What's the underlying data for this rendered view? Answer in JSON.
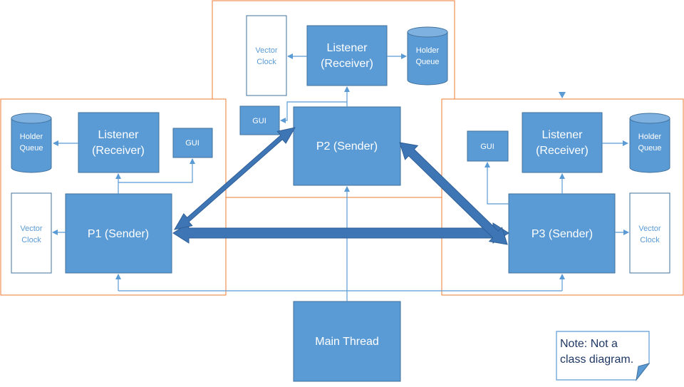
{
  "p2": {
    "vector_clock": [
      "Vector",
      "Clock"
    ],
    "listener": [
      "Listener",
      "(Receiver)"
    ],
    "holder_queue": [
      "Holder",
      "Queue"
    ],
    "gui": "GUI",
    "sender": "P2 (Sender)"
  },
  "p1": {
    "holder_queue": [
      "Holder",
      "Queue"
    ],
    "listener": [
      "Listener",
      "(Receiver)"
    ],
    "gui": "GUI",
    "vector_clock": [
      "Vector",
      "Clock"
    ],
    "sender": "P1 (Sender)"
  },
  "p3": {
    "gui": "GUI",
    "listener": [
      "Listener",
      "(Receiver)"
    ],
    "holder_queue": [
      "Holder",
      "Queue"
    ],
    "sender": "P3 (Sender)",
    "vector_clock": [
      "Vector",
      "Clock"
    ]
  },
  "main_thread": "Main Thread",
  "note": [
    "Note: Not a",
    "class diagram."
  ],
  "colors": {
    "box_fill": "#5b9bd5",
    "frame_stroke": "#ed7d31",
    "arrow_fill": "#3e75b5"
  }
}
